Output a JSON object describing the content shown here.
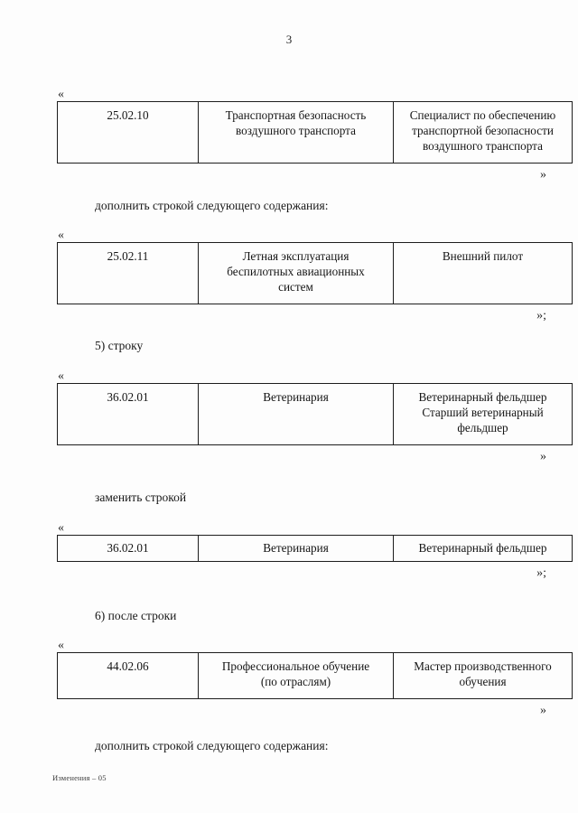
{
  "document": {
    "page_number": "3",
    "footer_note": "Изменения – 05"
  },
  "marks": {
    "open_quote": "«",
    "close_quote": "»",
    "close_quote_semicolon": "»;"
  },
  "sections": [
    {
      "id": "section-1",
      "table": {
        "code": "25.02.10",
        "name_lines": [
          "Транспортная безопасность",
          "воздушного транспорта"
        ],
        "qualification_lines": [
          "Специалист по обеспечению",
          "транспортной безопасности",
          "воздушного транспорта"
        ]
      },
      "close_mark": "»"
    },
    {
      "id": "section-2",
      "paragraph": "дополнить строкой следующего содержания:",
      "table": {
        "code": "25.02.11",
        "name_lines": [
          "Летная эксплуатация",
          "беспилотных авиационных",
          "систем"
        ],
        "qualification_lines": [
          "Внешний пилот"
        ]
      },
      "close_mark": "»;"
    },
    {
      "id": "section-3",
      "paragraph": "5) строку",
      "table": {
        "code": "36.02.01",
        "name_lines": [
          "Ветеринария"
        ],
        "qualification_lines": [
          "Ветеринарный фельдшер",
          "Старший ветеринарный",
          "фельдшер"
        ]
      },
      "close_mark": "»"
    },
    {
      "id": "section-4",
      "paragraph": "заменить строкой",
      "table": {
        "code": "36.02.01",
        "name_lines": [
          "Ветеринария"
        ],
        "qualification_lines": [
          "Ветеринарный фельдшер"
        ]
      },
      "close_mark": "»;"
    },
    {
      "id": "section-5",
      "paragraph": "6) после строки",
      "table": {
        "code": "44.02.06",
        "name_lines": [
          "Профессиональное обучение",
          "(по отраслям)"
        ],
        "qualification_lines": [
          "Мастер производственного",
          "обучения"
        ]
      },
      "close_mark": "»"
    }
  ],
  "closing_paragraph": "дополнить строкой следующего содержания:"
}
